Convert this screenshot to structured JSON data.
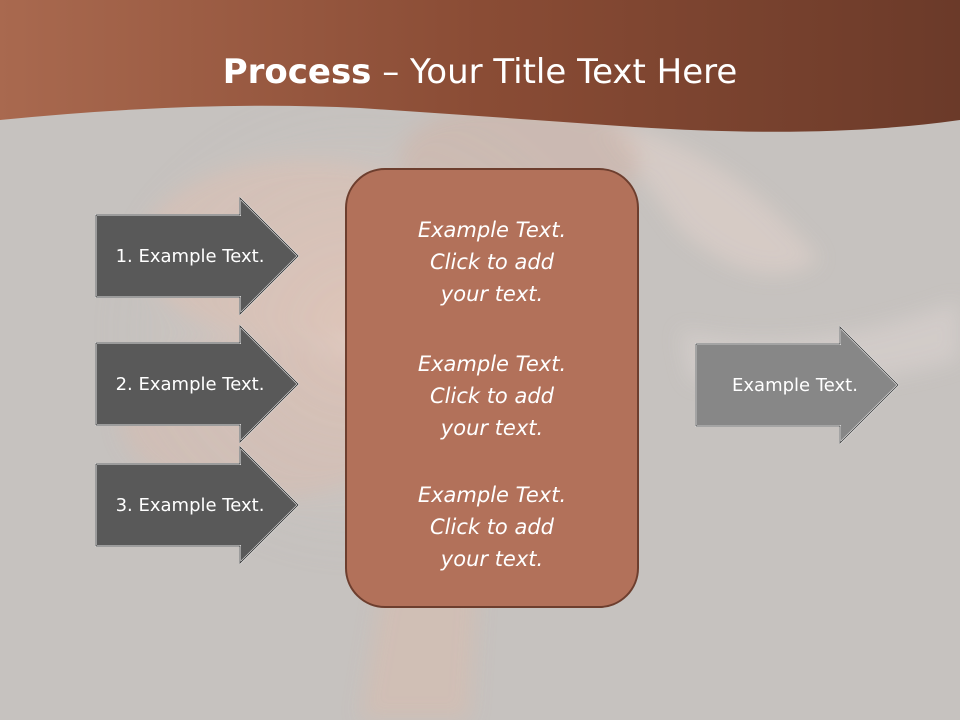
{
  "slide": {
    "title_bold": "Process",
    "title_rest": " – Your Title Text Here",
    "left_items": [
      {
        "label": "1. Example Text."
      },
      {
        "label": "2. Example Text."
      },
      {
        "label": "3. Example Text."
      }
    ],
    "center_items": [
      {
        "text": "Example Text.\nClick  to add\nyour text."
      },
      {
        "text": "Example Text.\nClick  to add\nyour text."
      },
      {
        "text": "Example Text.\nClick  to add\nyour text."
      }
    ],
    "right_item": {
      "label": "Example Text."
    }
  },
  "colors": {
    "header_brown": "#8c4e37",
    "box_fill": "#b2715a",
    "dark_arrow": "#5a5a5a",
    "light_arrow": "#888888"
  }
}
